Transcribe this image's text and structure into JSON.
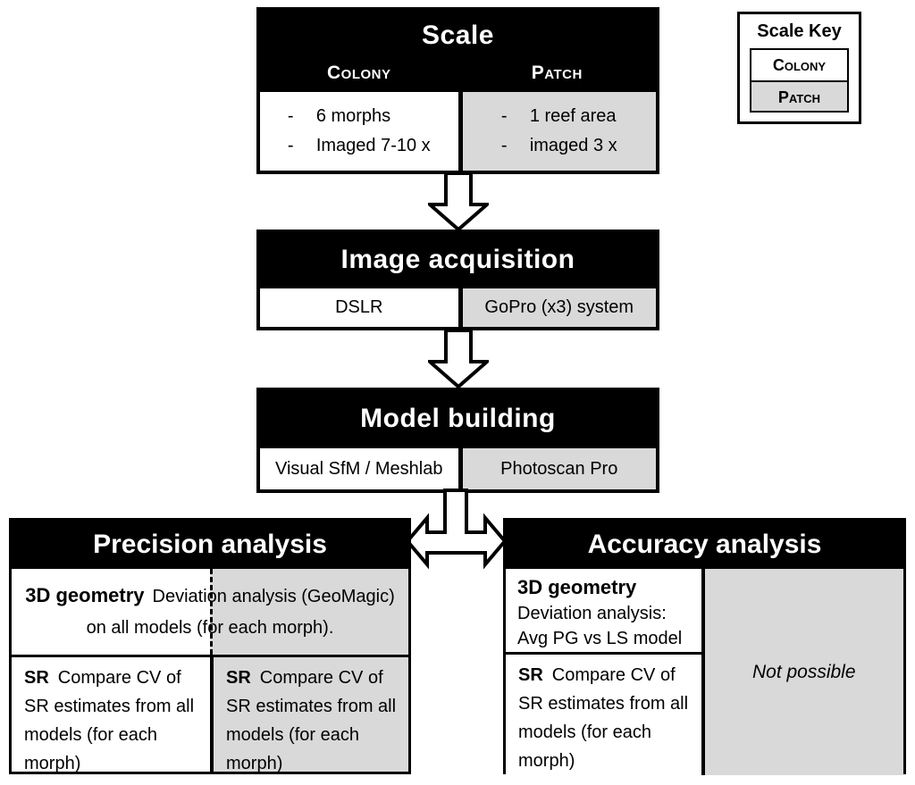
{
  "palette": {
    "box_black": "#000000",
    "patch_gray": "#d9d9d9",
    "page_white": "#ffffff"
  },
  "scale_key": {
    "title": "Scale Key",
    "colony_label": "Colony",
    "patch_label": "Patch"
  },
  "scale": {
    "title": "Scale",
    "colony_label": "Colony",
    "patch_label": "Patch",
    "bullet": "-",
    "colony_items": [
      "6 morphs",
      "Imaged 7-10 x"
    ],
    "patch_items": [
      "1 reef area",
      "imaged 3 x"
    ]
  },
  "image_acquisition": {
    "title": "Image acquisition",
    "colony_cell": "DSLR",
    "patch_cell": "GoPro (x3) system"
  },
  "model_building": {
    "title": "Model building",
    "colony_cell": "Visual SfM / Meshlab",
    "patch_cell": "Photoscan Pro"
  },
  "precision_analysis": {
    "title": "Precision analysis",
    "geometry_lead": "3D geometry",
    "geometry_text": "Deviation analysis (GeoMagic) on all models (for each morph).",
    "sr_lead": "SR",
    "sr_colony_text": "Compare CV of SR estimates from all models (for each morph)",
    "sr_patch_text": "Compare CV of SR estimates from all models (for each morph)"
  },
  "accuracy_analysis": {
    "title": "Accuracy analysis",
    "geometry_lead": "3D geometry",
    "geometry_line1": "Deviation analysis:",
    "geometry_line2": "Avg PG vs LS model",
    "sr_lead": "SR",
    "sr_colony_text": "Compare CV of SR estimates from all models (for each morph)",
    "patch_cell": "Not possible"
  }
}
